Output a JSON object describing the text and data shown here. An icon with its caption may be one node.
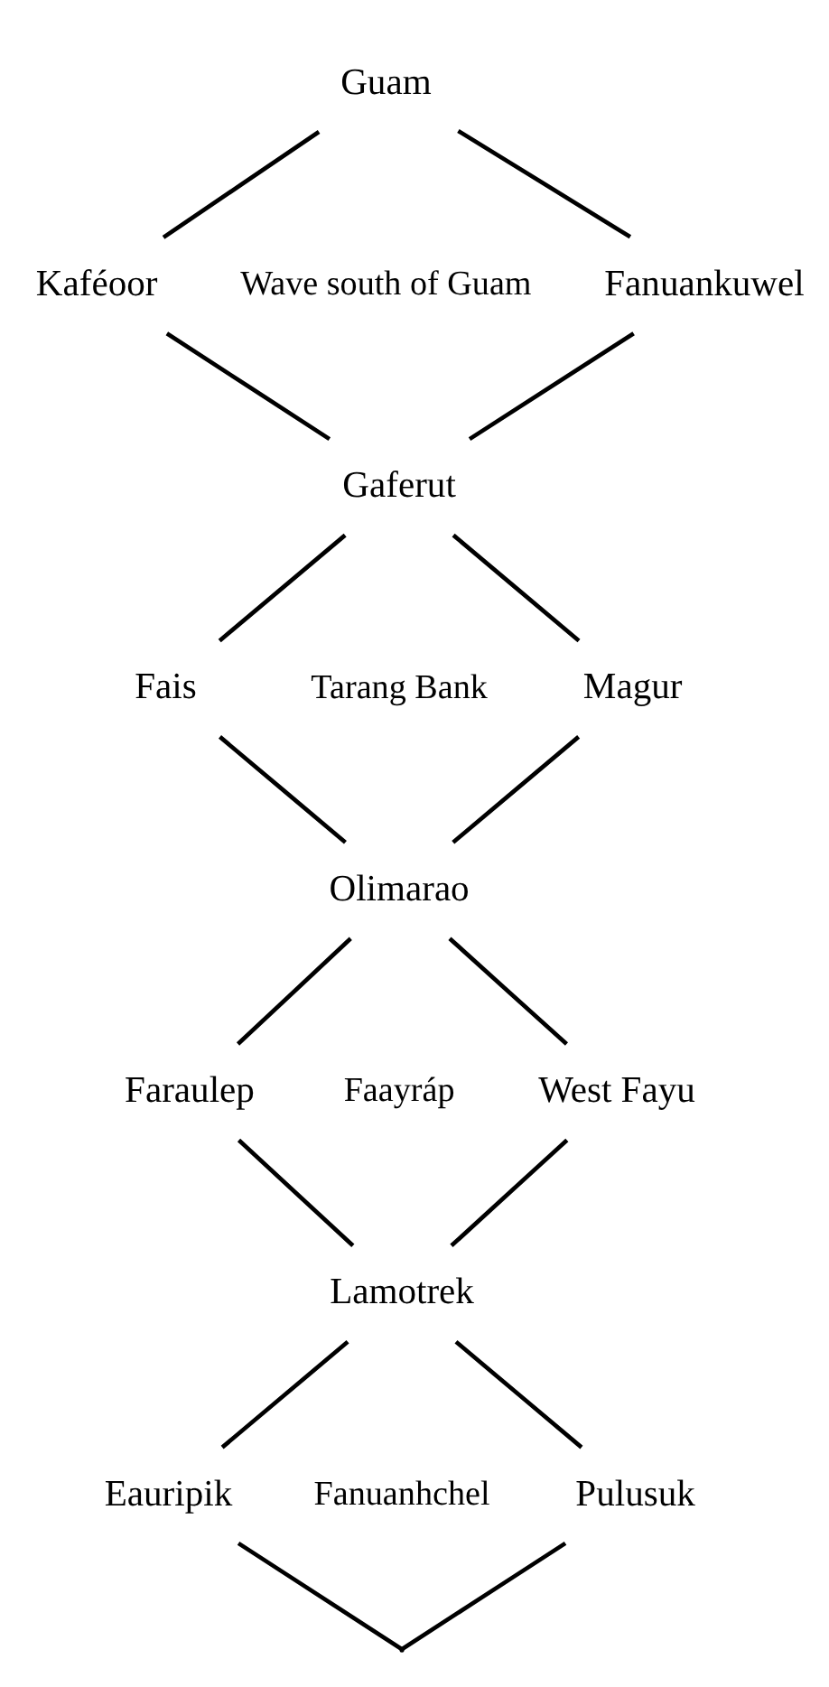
{
  "diagram": {
    "nodes": [
      {
        "text": [
          "Guam"
        ]
      },
      {
        "text": [
          "Kaféoor"
        ]
      },
      {
        "text": [
          "Fanuankuwel"
        ]
      },
      {
        "text": [
          "Gaferut"
        ]
      },
      {
        "text": [
          "Fais"
        ]
      },
      {
        "text": [
          "Magur"
        ]
      },
      {
        "text": [
          "Olimarao"
        ]
      },
      {
        "text": [
          "Faraulep"
        ]
      },
      {
        "text": [
          "West Fayu"
        ]
      },
      {
        "text": [
          "Lamotrek"
        ]
      },
      {
        "text": [
          "Eauripik"
        ]
      },
      {
        "text": [
          "Pulusuk"
        ]
      },
      {
        "text": [],
        "shape": "point"
      }
    ],
    "edges": [
      {
        "from": 0,
        "to": 1,
        "arrow": "none"
      },
      {
        "from": 0,
        "to": 2,
        "arrow": "none"
      },
      {
        "from": 1,
        "to": 3,
        "arrow": "none"
      },
      {
        "from": 2,
        "to": 3,
        "arrow": "none"
      },
      {
        "from": 3,
        "to": 4,
        "arrow": "none"
      },
      {
        "from": 3,
        "to": 5,
        "arrow": "none"
      },
      {
        "from": 4,
        "to": 6,
        "arrow": "none"
      },
      {
        "from": 5,
        "to": 6,
        "arrow": "none"
      },
      {
        "from": 6,
        "to": 7,
        "arrow": "none"
      },
      {
        "from": 6,
        "to": 8,
        "arrow": "none"
      },
      {
        "from": 7,
        "to": 9,
        "arrow": "none"
      },
      {
        "from": 8,
        "to": 9,
        "arrow": "none"
      },
      {
        "from": 9,
        "to": 10,
        "arrow": "none"
      },
      {
        "from": 9,
        "to": 11,
        "arrow": "none"
      },
      {
        "from": 10,
        "to": 12,
        "arrow": "none"
      },
      {
        "from": 11,
        "to": 12,
        "arrow": "none"
      }
    ],
    "labels": [
      "Wave south of Guam",
      "Tarang Bank",
      "Faayráp",
      "Fanuanhchel"
    ]
  }
}
